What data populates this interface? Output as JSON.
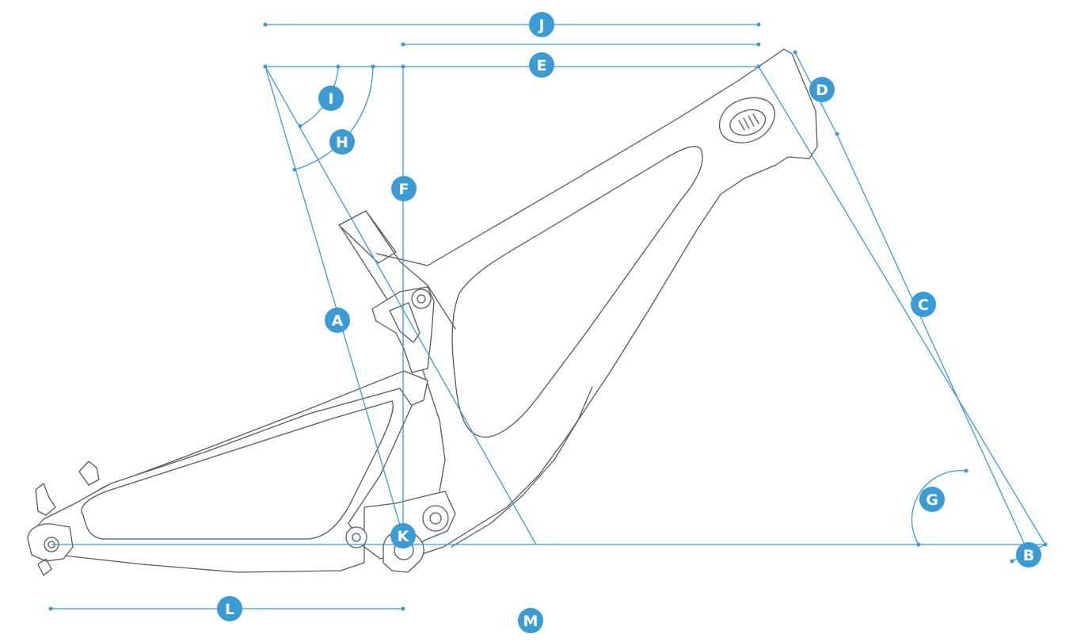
{
  "colors": {
    "accent": "#3a9bd5",
    "frame_stroke": "#555a5e",
    "background": "#ffffff"
  },
  "badges": {
    "A": "A",
    "B": "B",
    "C": "C",
    "D": "D",
    "E": "E",
    "F": "F",
    "G": "G",
    "H": "H",
    "I": "I",
    "J": "J",
    "K": "K",
    "L": "L",
    "M": "M"
  }
}
